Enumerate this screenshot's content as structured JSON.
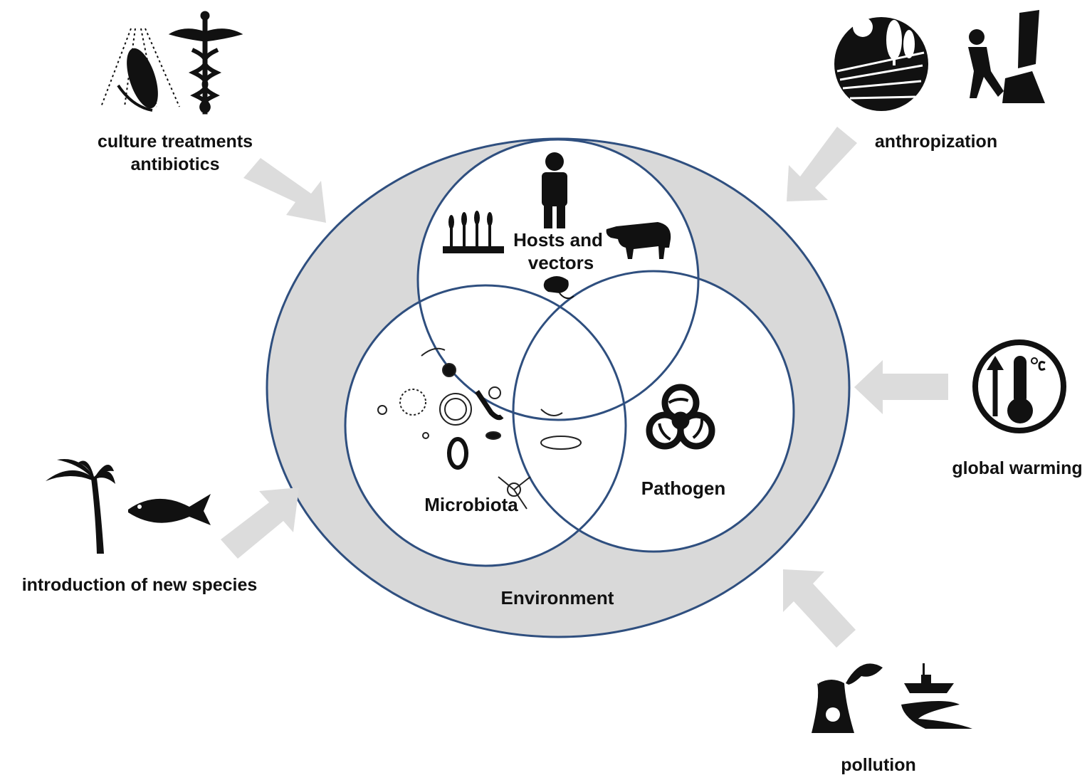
{
  "diagram": {
    "outer": {
      "label": "Environment",
      "fill": "#d9d9d9",
      "stroke": "#2f4f7f"
    },
    "circles": [
      {
        "id": "hosts",
        "label_lines": [
          "Hosts and",
          "vectors"
        ]
      },
      {
        "id": "microbiota",
        "label_lines": [
          "Microbiota"
        ]
      },
      {
        "id": "pathogen",
        "label_lines": [
          "Pathogen"
        ]
      }
    ],
    "drivers": [
      {
        "id": "culture",
        "label_lines": [
          "culture treatments",
          "antibiotics"
        ],
        "icons": [
          "corn-spray-icon",
          "caduceus-icon"
        ]
      },
      {
        "id": "anthropization",
        "label_lines": [
          "anthropization"
        ],
        "icons": [
          "deforested-land-icon",
          "logger-icon"
        ]
      },
      {
        "id": "global-warming",
        "label_lines": [
          "global warming"
        ],
        "icons": [
          "thermometer-up-icon"
        ]
      },
      {
        "id": "new-species",
        "label_lines": [
          "introduction of new species"
        ],
        "icons": [
          "palm-tree-icon",
          "fish-icon"
        ]
      },
      {
        "id": "pollution",
        "label_lines": [
          "pollution"
        ],
        "icons": [
          "nuclear-plant-icon",
          "oil-spill-ship-icon"
        ]
      }
    ],
    "colors": {
      "arrow": "#dcdcdc",
      "ink": "#111111",
      "circle_stroke": "#2f4f7f"
    }
  }
}
